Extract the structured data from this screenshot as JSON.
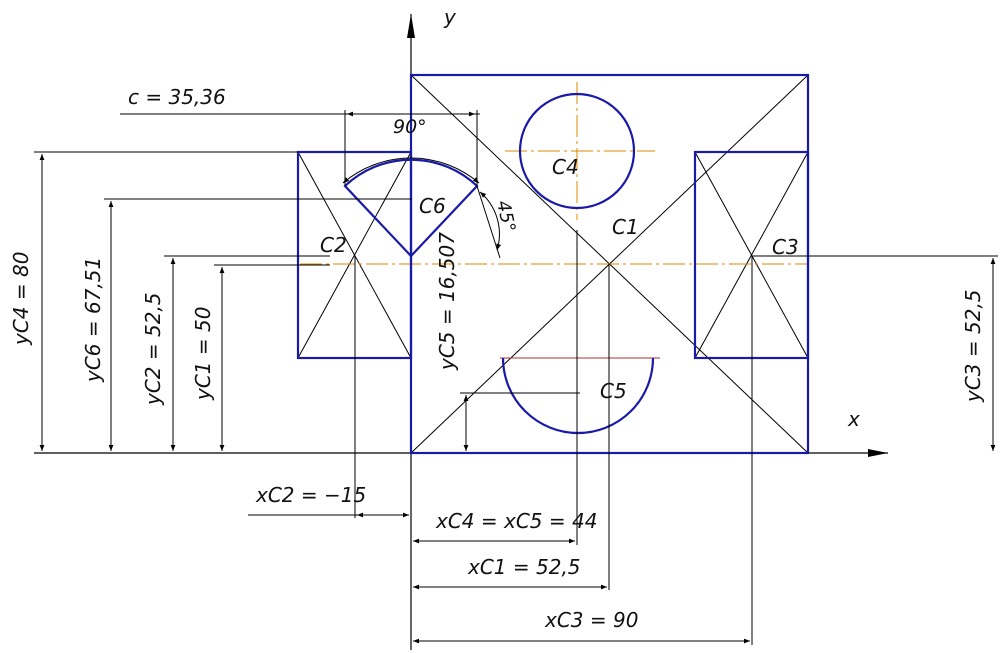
{
  "axes": {
    "x_label": "x",
    "y_label": "y"
  },
  "centroids": {
    "c1": "C1",
    "c2": "C2",
    "c3": "C3",
    "c4": "C4",
    "c5": "C5",
    "c6": "C6"
  },
  "dimensions": {
    "c": "c = 35,36",
    "angle_90": "90°",
    "angle_45": "45°",
    "yc4": "yC4 = 80",
    "yc6": "yC6 = 67,51",
    "yc2": "yC2 = 52,5",
    "yc1": "yC1 = 50",
    "yc5": "yC5 = 16,507",
    "yc3": "yC3 = 52,5",
    "xc2": "xC2 = −15",
    "xc4c5": "xC4 = xC5 = 44",
    "xc1": "xC1 = 52,5",
    "xc3": "xC3 = 90"
  },
  "colors": {
    "contour": "#1a1aa8",
    "center_line": "#e08a00",
    "line": "#000000"
  }
}
